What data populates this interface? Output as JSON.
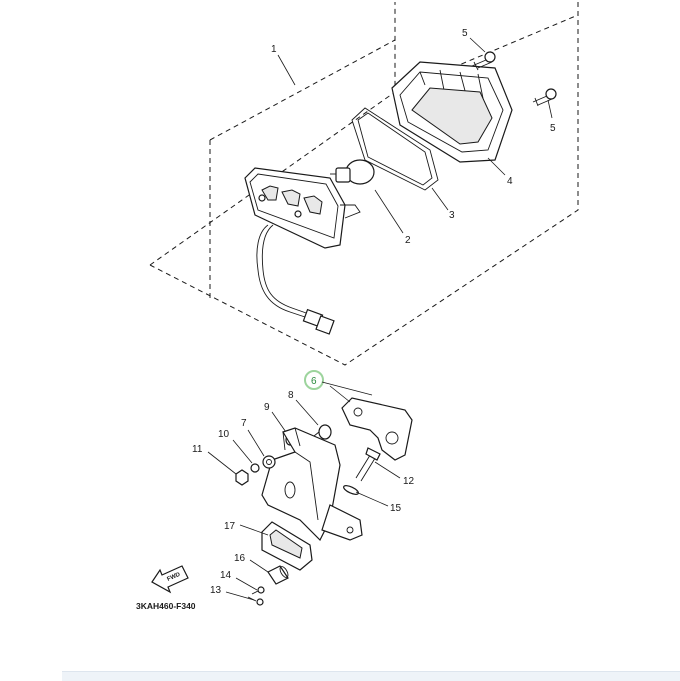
{
  "diagram": {
    "drawing_code": "3KAH460-F340",
    "fwd_label": "FWD",
    "callouts": [
      {
        "id": "c1",
        "text": "1"
      },
      {
        "id": "c2",
        "text": "2"
      },
      {
        "id": "c3",
        "text": "3"
      },
      {
        "id": "c4",
        "text": "4"
      },
      {
        "id": "c5a",
        "text": "5"
      },
      {
        "id": "c5b",
        "text": "5"
      },
      {
        "id": "c6",
        "text": "6"
      },
      {
        "id": "c7",
        "text": "7"
      },
      {
        "id": "c8",
        "text": "8"
      },
      {
        "id": "c9",
        "text": "9"
      },
      {
        "id": "c10",
        "text": "10"
      },
      {
        "id": "c11",
        "text": "11"
      },
      {
        "id": "c12",
        "text": "12"
      },
      {
        "id": "c13",
        "text": "13"
      },
      {
        "id": "c14",
        "text": "14"
      },
      {
        "id": "c15",
        "text": "15"
      },
      {
        "id": "c16",
        "text": "16"
      },
      {
        "id": "c17",
        "text": "17"
      }
    ],
    "highlight_color": "#5cb85c"
  }
}
